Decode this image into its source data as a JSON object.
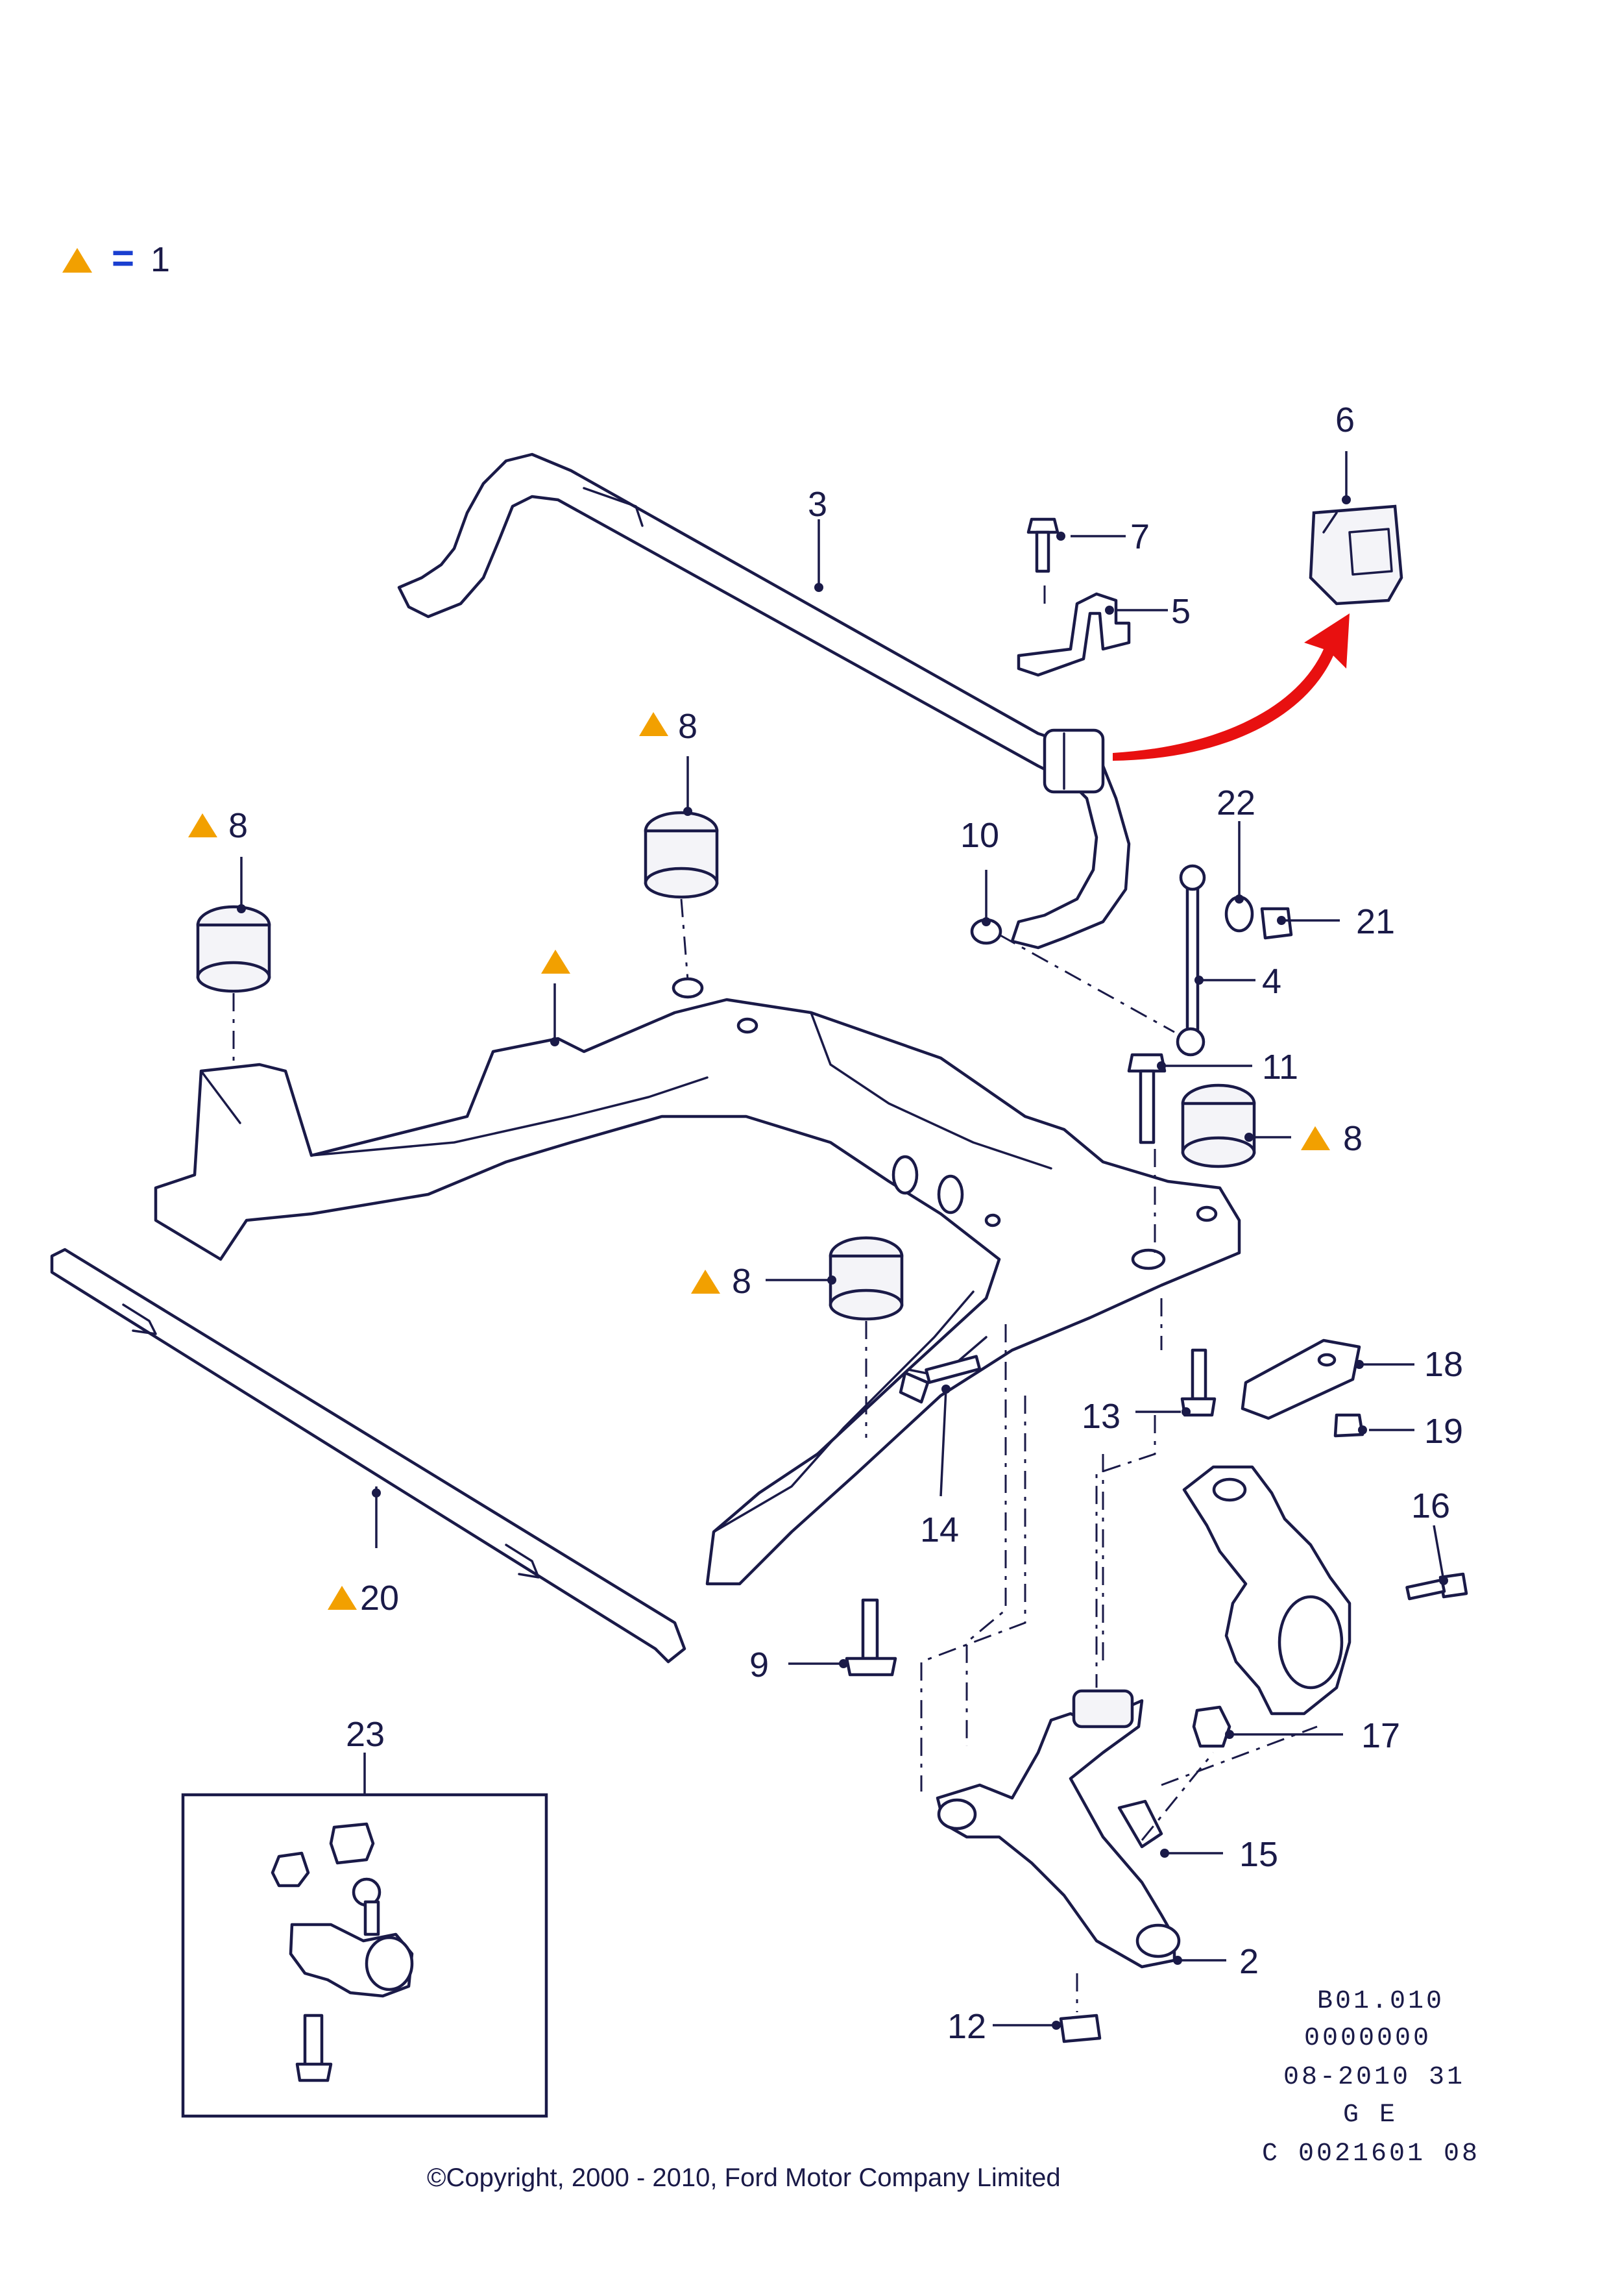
{
  "legend": {
    "equals": "=",
    "value": "1"
  },
  "callouts": {
    "c2": "2",
    "c3": "3",
    "c4": "4",
    "c5": "5",
    "c6": "6",
    "c7": "7",
    "c8a": "8",
    "c8b": "8",
    "c8c": "8",
    "c8d": "8",
    "c9": "9",
    "c10": "10",
    "c11": "11",
    "c12": "12",
    "c13": "13",
    "c14": "14",
    "c15": "15",
    "c16": "16",
    "c17": "17",
    "c18": "18",
    "c19": "19",
    "c20": "20",
    "c21": "21",
    "c22": "22",
    "c23": "23"
  },
  "reference": {
    "line1": "B01.010",
    "line2": "0000000",
    "line3": "08-2010 31",
    "line4": "G E",
    "line5": "C 0021601 08"
  },
  "copyright": "©Copyright, 2000 - 2010, Ford Motor Company Limited",
  "colors": {
    "ink": "#1a1a48",
    "marker": "#f2a000",
    "arrow": "#e81010",
    "equals": "#1a3fd0"
  }
}
